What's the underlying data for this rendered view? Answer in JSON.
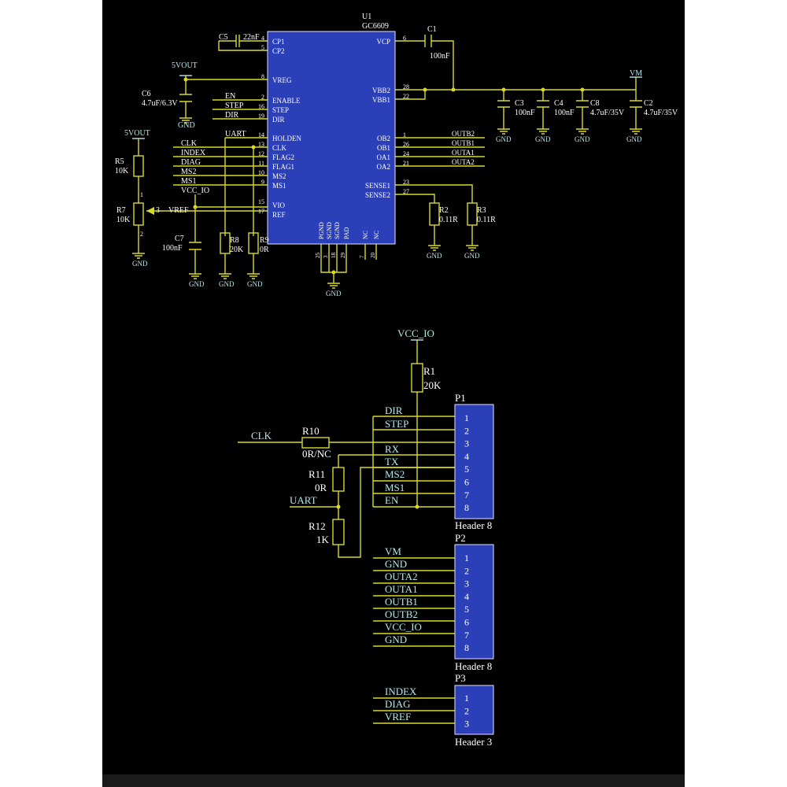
{
  "colors": {
    "wire": "#d9d92a",
    "label": "#ffffff",
    "netlabel": "#b4e6ea",
    "component": "#2a3fb8",
    "component_border": "#ffffff",
    "pin_number": "#ffffff",
    "background": "#000000"
  },
  "u1": {
    "designator": "U1",
    "part": "GC6609",
    "left_pins": [
      {
        "num": "4",
        "name": "CP1"
      },
      {
        "num": "5",
        "name": "CP2"
      },
      {
        "num": "8",
        "name": "VREG"
      },
      {
        "num": "2",
        "name": "ENABLE"
      },
      {
        "num": "16",
        "name": "STEP"
      },
      {
        "num": "19",
        "name": "DIR"
      },
      {
        "num": "14",
        "name": "HOLDEN"
      },
      {
        "num": "13",
        "name": "CLK"
      },
      {
        "num": "12",
        "name": "FLAG2"
      },
      {
        "num": "11",
        "name": "FLAG1"
      },
      {
        "num": "10",
        "name": "MS2"
      },
      {
        "num": "9",
        "name": "MS1"
      },
      {
        "num": "15",
        "name": "VIO"
      },
      {
        "num": "17",
        "name": "REF"
      }
    ],
    "right_pins": [
      {
        "num": "6",
        "name": "VCP"
      },
      {
        "num": "28",
        "name": "VBB2"
      },
      {
        "num": "22",
        "name": "VBB1"
      },
      {
        "num": "1",
        "name": "OB2"
      },
      {
        "num": "26",
        "name": "OB1"
      },
      {
        "num": "24",
        "name": "OA1"
      },
      {
        "num": "21",
        "name": "OA2"
      },
      {
        "num": "23",
        "name": "SENSE1"
      },
      {
        "num": "27",
        "name": "SENSE2"
      }
    ],
    "bottom_pins": [
      {
        "num": "25",
        "name": "PGND"
      },
      {
        "num": "3",
        "name": "SGND"
      },
      {
        "num": "18",
        "name": "SGND"
      },
      {
        "num": "29",
        "name": "PAD"
      },
      {
        "num": "7",
        "name": "NC"
      },
      {
        "num": "20",
        "name": "NC"
      }
    ]
  },
  "input_nets": {
    "en": "EN",
    "step": "STEP",
    "dir": "DIR",
    "uart": "UART",
    "clk": "CLK",
    "index": "INDEX",
    "diag": "DIAG",
    "ms2": "MS2",
    "ms1": "MS1",
    "vcc_io": "VCC_IO",
    "vref": "VREF",
    "vref_pin": "3"
  },
  "output_nets": [
    "OUTB2",
    "OUTB1",
    "OUTA1",
    "OUTA2"
  ],
  "power": {
    "vout_top": "5VOUT",
    "vout_left": "5VOUT",
    "vm": "VM",
    "gnd": "GND"
  },
  "components": {
    "c5": {
      "ref": "C5",
      "value": "22nF"
    },
    "c1": {
      "ref": "C1",
      "value": "100nF"
    },
    "c6": {
      "ref": "C6",
      "value": "4.7uF/6.3V"
    },
    "c3": {
      "ref": "C3",
      "value": "100nF"
    },
    "c4": {
      "ref": "C4",
      "value": "100nF"
    },
    "c8": {
      "ref": "C8",
      "value": "4.7uF/35V"
    },
    "c2": {
      "ref": "C2",
      "value": "4.7uF/35V"
    },
    "r5": {
      "ref": "R5",
      "value": "10K"
    },
    "r7": {
      "ref": "R7",
      "value": "10K"
    },
    "c7": {
      "ref": "C7",
      "value": "100nF"
    },
    "r8": {
      "ref": "R8",
      "value": "20K"
    },
    "r9": {
      "ref": "R9",
      "value": "0R"
    },
    "r2": {
      "ref": "R2",
      "value": "0.11R"
    },
    "r3": {
      "ref": "R3",
      "value": "0.11R"
    },
    "r1": {
      "ref": "R1",
      "value": "20K"
    },
    "r10": {
      "ref": "R10",
      "value": "0R/NC"
    },
    "r11": {
      "ref": "R11",
      "value": "0R"
    },
    "r12": {
      "ref": "R12",
      "value": "1K"
    }
  },
  "pot_pins": {
    "top": "1",
    "bottom": "2"
  },
  "headers": {
    "p1": {
      "ref": "P1",
      "name": "Header 8",
      "pins": [
        "1",
        "2",
        "3",
        "4",
        "5",
        "6",
        "7",
        "8"
      ],
      "nets": [
        "DIR",
        "STEP",
        "RX",
        "TX",
        "MS2",
        "MS1",
        "EN"
      ]
    },
    "p2": {
      "ref": "P2",
      "name": "Header 8",
      "pins": [
        "1",
        "2",
        "3",
        "4",
        "5",
        "6",
        "7",
        "8"
      ],
      "nets": [
        "VM",
        "GND",
        "OUTA2",
        "OUTA1",
        "OUTB1",
        "OUTB2",
        "VCC_IO",
        "GND"
      ]
    },
    "p3": {
      "ref": "P3",
      "name": "Header 3",
      "pins": [
        "1",
        "2",
        "3"
      ],
      "nets": [
        "INDEX",
        "DIAG",
        "VREF"
      ]
    }
  },
  "bottom_nets": {
    "vcc_io": "VCC_IO",
    "clk": "CLK",
    "uart": "UART"
  }
}
